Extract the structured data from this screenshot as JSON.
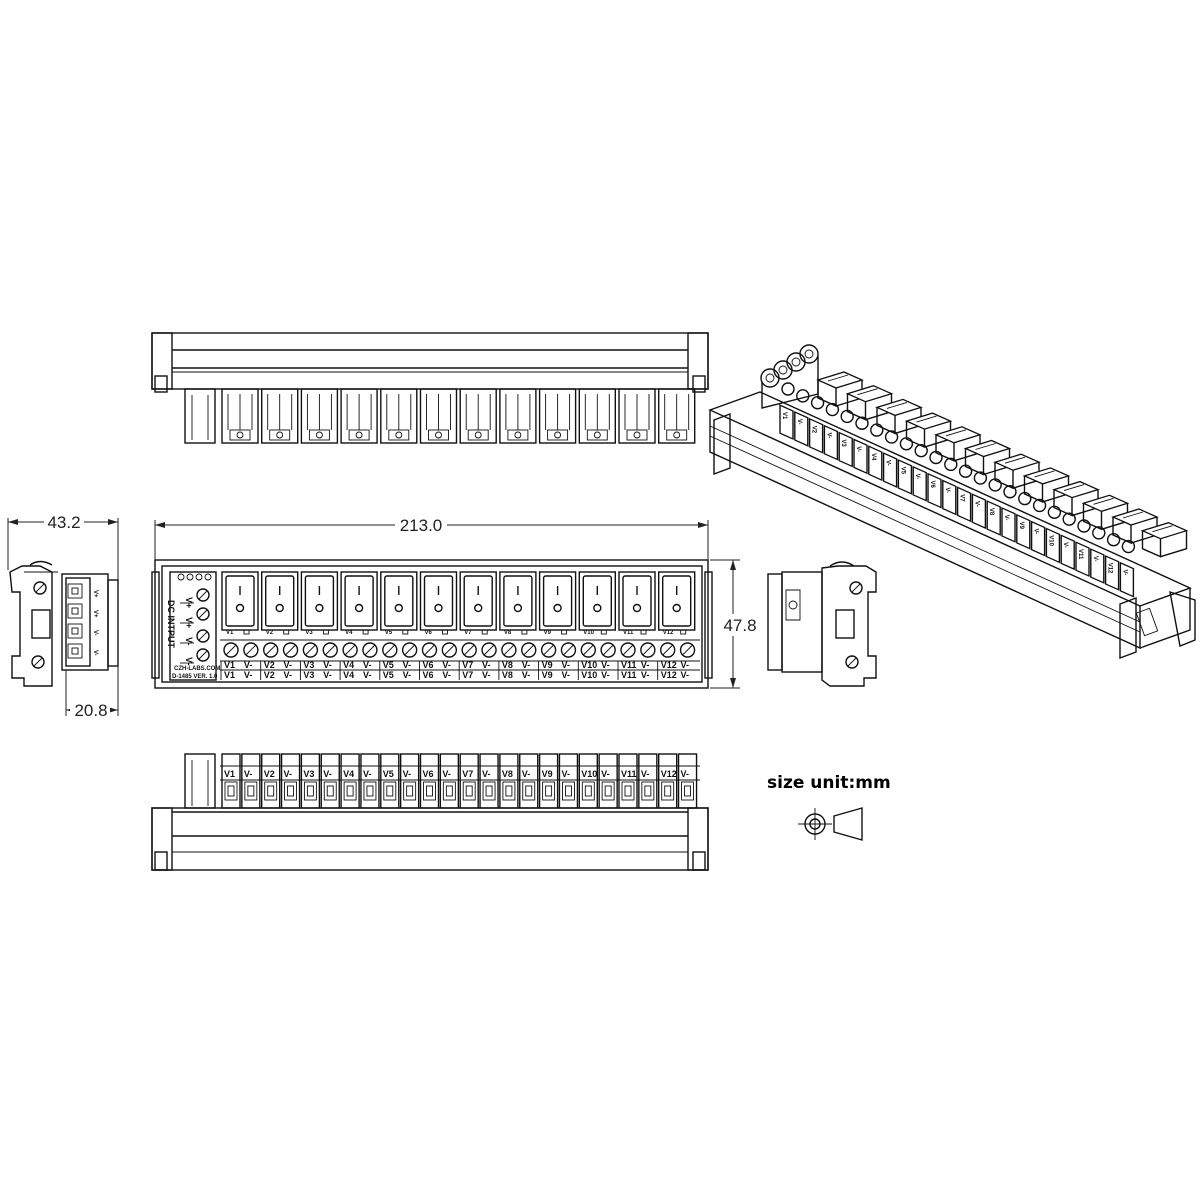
{
  "dimensions": {
    "overall_length": "213.0",
    "height": "47.8",
    "depth": "43.2",
    "terminal_depth": "20.8"
  },
  "units_note": "size unit:mm",
  "channel_labels_front": [
    "V1",
    "V-",
    "V2",
    "V-",
    "V3",
    "V-",
    "V4",
    "V-",
    "V5",
    "V-",
    "V6",
    "V-",
    "V7",
    "V-",
    "V8",
    "V-",
    "V9",
    "V-",
    "V10",
    "V-",
    "V11",
    "V-",
    "V12",
    "V-"
  ],
  "channel_labels_iso": [
    "V1",
    "V-",
    "V2",
    "V-",
    "V3",
    "V-",
    "V4",
    "V-",
    "V5",
    "V-",
    "V6",
    "V-",
    "V7",
    "V-",
    "V8",
    "V-",
    "V9",
    "V-",
    "V10",
    "V-",
    "V11",
    "V-",
    "V12",
    "V-"
  ],
  "input_block": {
    "title": "DC INTPUT",
    "pins": [
      "V+",
      "V+",
      "V-",
      "V-"
    ],
    "board_text_1": "CZH-LABS.COM",
    "board_text_2": "D-1485 VER. 1.0"
  },
  "switch_count": 12,
  "switch_mark_on": "I",
  "switch_mark_off": "O",
  "side_pins": [
    "V+",
    "V+",
    "V-",
    "V-"
  ]
}
